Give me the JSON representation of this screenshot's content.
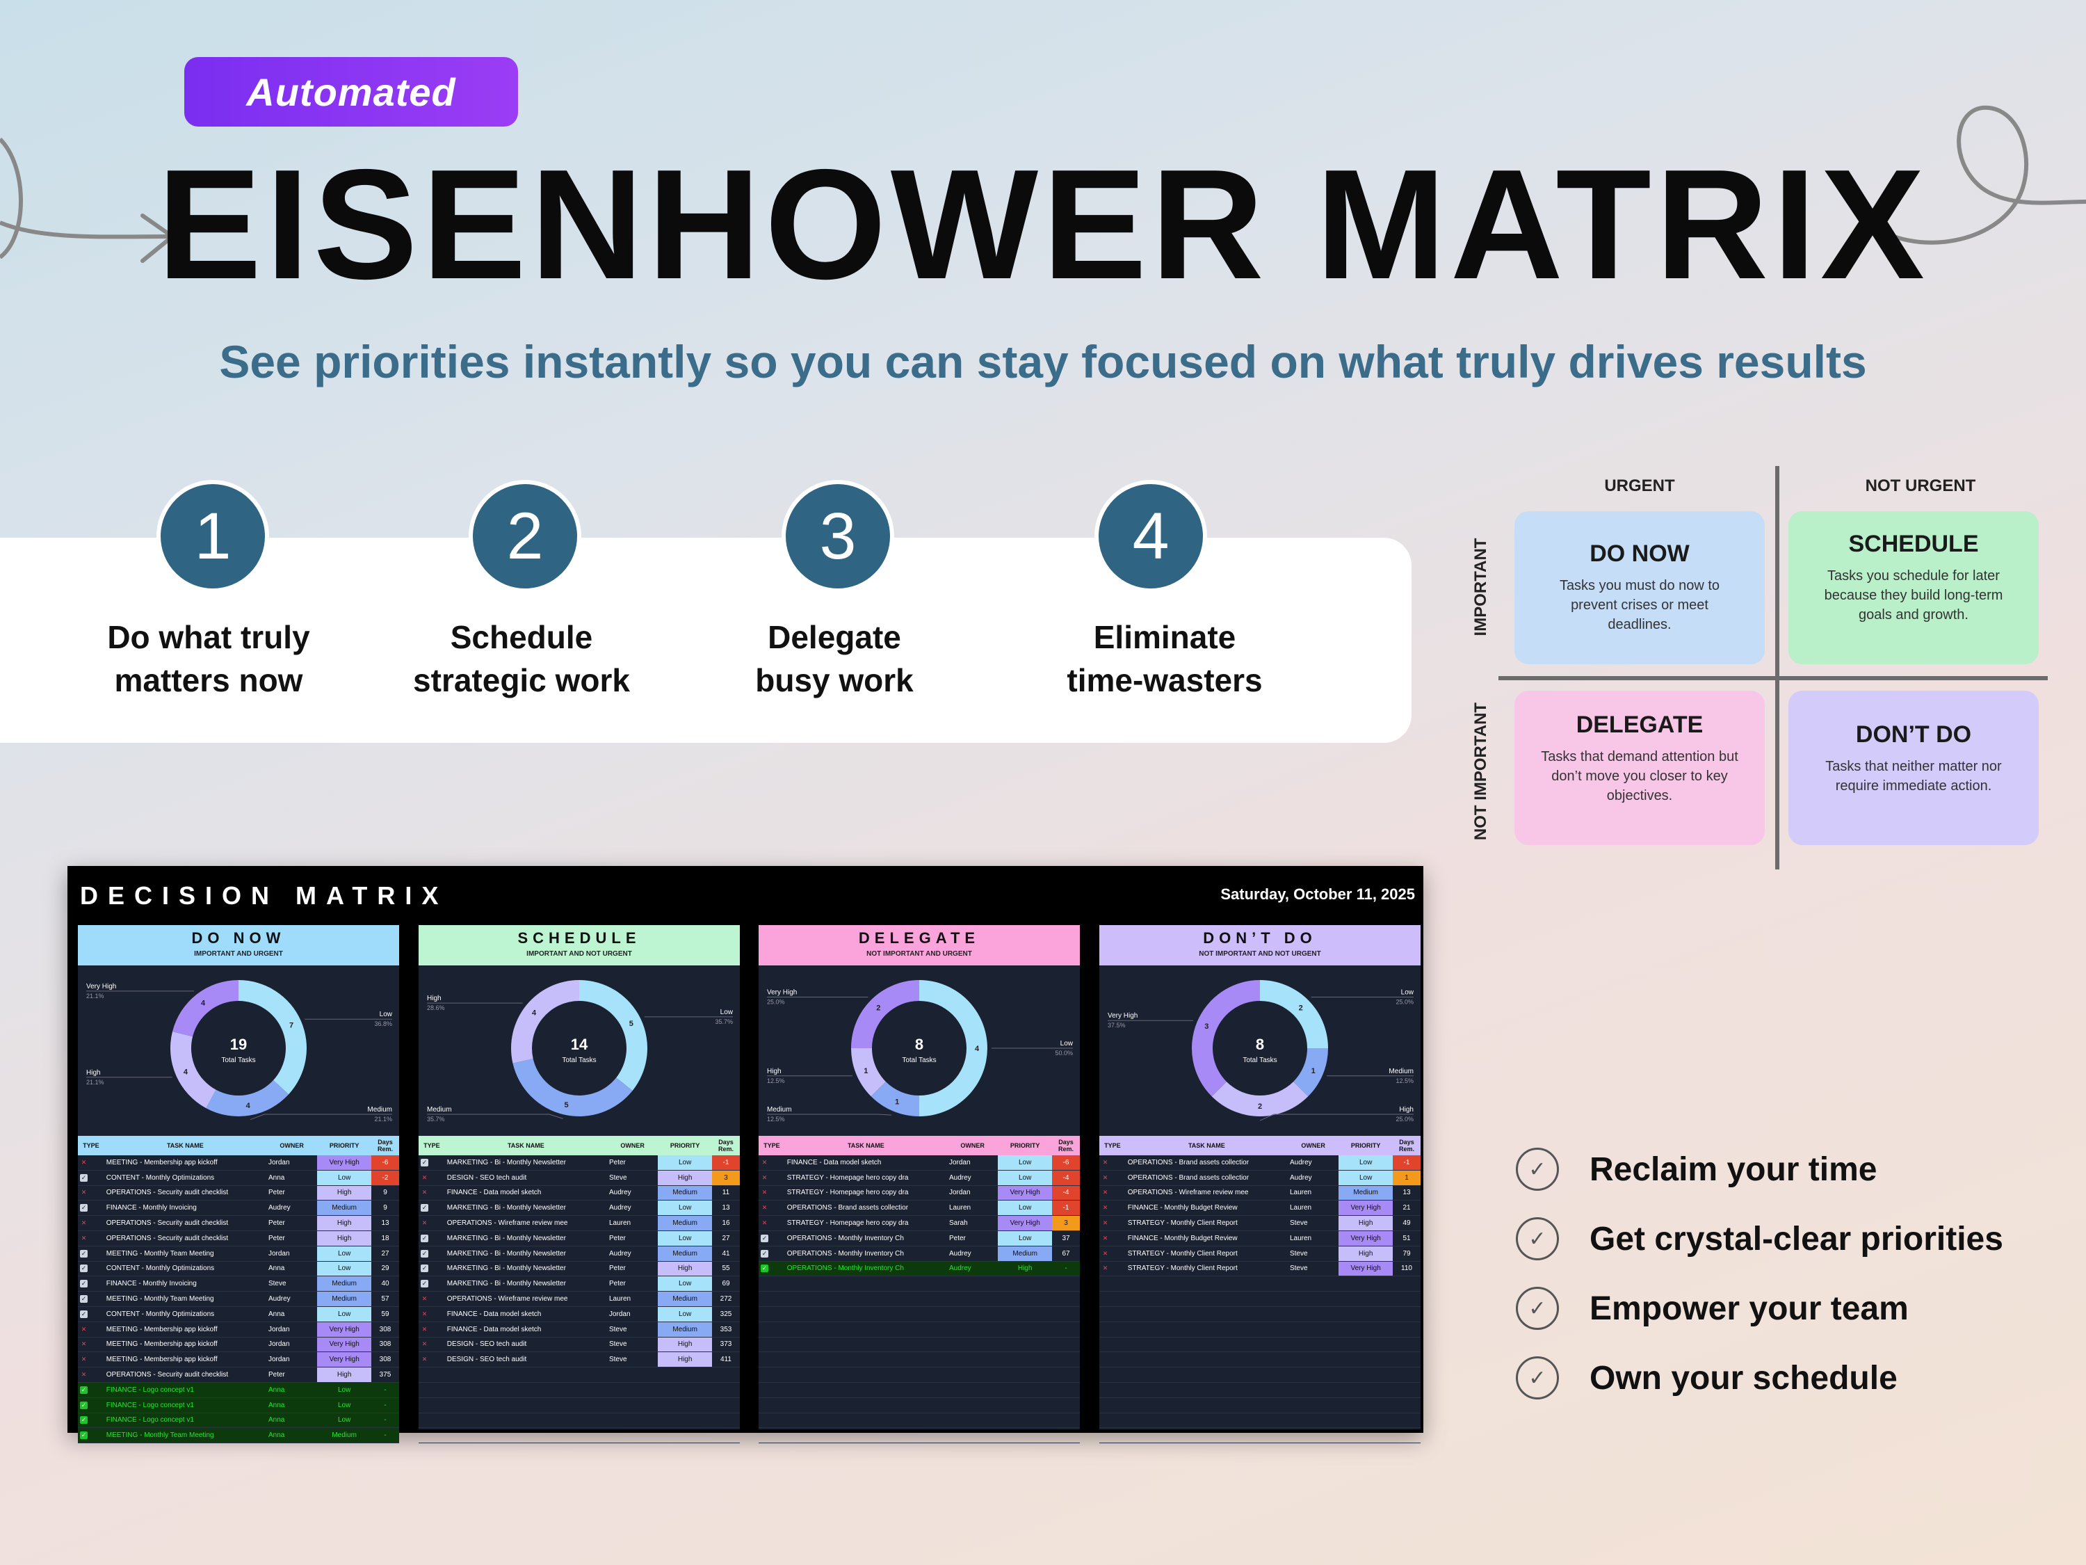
{
  "badge": "Automated",
  "title": "EISENHOWER MATRIX",
  "subtitle": "See priorities instantly so you can stay focused on what truly drives results",
  "steps": [
    {
      "num": "1",
      "line1": "Do what truly",
      "line2": "matters now"
    },
    {
      "num": "2",
      "line1": "Schedule",
      "line2": "strategic work"
    },
    {
      "num": "3",
      "line1": "Delegate",
      "line2": "busy work"
    },
    {
      "num": "4",
      "line1": "Eliminate",
      "line2": "time-wasters"
    }
  ],
  "matrix": {
    "urgent": "URGENT",
    "not_urgent": "NOT URGENT",
    "important": "IMPORTANT",
    "not_important": "NOT IMPORTANT",
    "quadrants": [
      {
        "title": "DO NOW",
        "desc": "Tasks you must do now to prevent crises or meet deadlines."
      },
      {
        "title": "SCHEDULE",
        "desc": "Tasks you schedule for later because they build long-term goals and growth."
      },
      {
        "title": "DELEGATE",
        "desc": "Tasks that demand attention but don’t move you closer to key objectives."
      },
      {
        "title": "DON’T DO",
        "desc": "Tasks that neither matter nor require immediate action."
      }
    ]
  },
  "benefits": [
    "Reclaim your time",
    "Get crystal-clear priorities",
    "Empower your team",
    "Own your schedule"
  ],
  "colors": {
    "do": "#9fdcfb",
    "schedule": "#bdf5d2",
    "delegate": "#fba4dc",
    "dont": "#cdbdfb",
    "low": "#a6e3fb",
    "medium": "#88a9f3",
    "high": "#c6bdfb",
    "veryhigh": "#a78af5"
  },
  "dashboard": {
    "title": "DECISION MATRIX",
    "date": "Saturday, October 11, 2025",
    "columns": {
      "type": "TYPE",
      "task": "TASK NAME",
      "owner": "OWNER",
      "priority": "PRIORITY",
      "days": "Days Rem."
    },
    "total_label": "Total Tasks",
    "panels": [
      {
        "title": "DO NOW",
        "sub": "IMPORTANT AND URGENT",
        "total": "19",
        "slices": [
          {
            "label": "Low",
            "value": 7,
            "pct": "36.8%"
          },
          {
            "label": "Medium",
            "value": 4,
            "pct": "21.1%"
          },
          {
            "label": "High",
            "value": 4,
            "pct": "21.1%"
          },
          {
            "label": "Very High",
            "value": 4,
            "pct": "21.1%"
          }
        ],
        "rows": [
          [
            "x",
            "MEETING - Membership app kickoff",
            "Jordan",
            "Very High",
            "-6"
          ],
          [
            "c",
            "CONTENT - Monthly Optimizations",
            "Anna",
            "Low",
            "-2"
          ],
          [
            "x",
            "OPERATIONS - Security audit checklist",
            "Peter",
            "High",
            "9"
          ],
          [
            "c",
            "FINANCE - Monthly Invoicing",
            "Audrey",
            "Medium",
            "9"
          ],
          [
            "x",
            "OPERATIONS - Security audit checklist",
            "Peter",
            "High",
            "13"
          ],
          [
            "x",
            "OPERATIONS - Security audit checklist",
            "Peter",
            "High",
            "18"
          ],
          [
            "c",
            "MEETING - Monthly Team Meeting",
            "Jordan",
            "Low",
            "27"
          ],
          [
            "c",
            "CONTENT - Monthly Optimizations",
            "Anna",
            "Low",
            "29"
          ],
          [
            "c",
            "FINANCE - Monthly Invoicing",
            "Steve",
            "Medium",
            "40"
          ],
          [
            "c",
            "MEETING - Monthly Team Meeting",
            "Audrey",
            "Medium",
            "57"
          ],
          [
            "c",
            "CONTENT - Monthly Optimizations",
            "Anna",
            "Low",
            "59"
          ],
          [
            "x",
            "MEETING - Membership app kickoff",
            "Jordan",
            "Very High",
            "308"
          ],
          [
            "x",
            "MEETING - Membership app kickoff",
            "Jordan",
            "Very High",
            "308"
          ],
          [
            "x",
            "MEETING - Membership app kickoff",
            "Jordan",
            "Very High",
            "308"
          ],
          [
            "x",
            "OPERATIONS - Security audit checklist",
            "Peter",
            "High",
            "375"
          ],
          [
            "d",
            "FINANCE - Logo concept v1",
            "Anna",
            "Low",
            "-"
          ],
          [
            "d",
            "FINANCE - Logo concept v1",
            "Anna",
            "Low",
            "-"
          ],
          [
            "d",
            "FINANCE - Logo concept v1",
            "Anna",
            "Low",
            "-"
          ],
          [
            "d",
            "MEETING - Monthly Team Meeting",
            "Anna",
            "Medium",
            "-"
          ]
        ]
      },
      {
        "title": "SCHEDULE",
        "sub": "IMPORTANT AND NOT URGENT",
        "total": "14",
        "slices": [
          {
            "label": "Low",
            "value": 5,
            "pct": "35.7%"
          },
          {
            "label": "Medium",
            "value": 5,
            "pct": "35.7%"
          },
          {
            "label": "High",
            "value": 4,
            "pct": "28.6%"
          }
        ],
        "rows": [
          [
            "c",
            "MARKETING - Bi - Monthly Newsletter",
            "Peter",
            "Low",
            "-1"
          ],
          [
            "x",
            "DESIGN - SEO tech audit",
            "Steve",
            "High",
            "3"
          ],
          [
            "x",
            "FINANCE - Data model sketch",
            "Audrey",
            "Medium",
            "11"
          ],
          [
            "c",
            "MARKETING - Bi - Monthly Newsletter",
            "Audrey",
            "Low",
            "13"
          ],
          [
            "x",
            "OPERATIONS - Wireframe review mee",
            "Lauren",
            "Medium",
            "16"
          ],
          [
            "c",
            "MARKETING - Bi - Monthly Newsletter",
            "Peter",
            "Low",
            "27"
          ],
          [
            "c",
            "MARKETING - Bi - Monthly Newsletter",
            "Audrey",
            "Medium",
            "41"
          ],
          [
            "c",
            "MARKETING - Bi - Monthly Newsletter",
            "Peter",
            "High",
            "55"
          ],
          [
            "c",
            "MARKETING - Bi - Monthly Newsletter",
            "Peter",
            "Low",
            "69"
          ],
          [
            "x",
            "OPERATIONS - Wireframe review mee",
            "Lauren",
            "Medium",
            "272"
          ],
          [
            "x",
            "FINANCE - Data model sketch",
            "Jordan",
            "Low",
            "325"
          ],
          [
            "x",
            "FINANCE - Data model sketch",
            "Steve",
            "Medium",
            "353"
          ],
          [
            "x",
            "DESIGN - SEO tech audit",
            "Steve",
            "High",
            "373"
          ],
          [
            "x",
            "DESIGN - SEO tech audit",
            "Steve",
            "High",
            "411"
          ]
        ]
      },
      {
        "title": "DELEGATE",
        "sub": "NOT IMPORTANT AND URGENT",
        "total": "8",
        "slices": [
          {
            "label": "Low",
            "value": 4,
            "pct": "50.0%"
          },
          {
            "label": "Medium",
            "value": 1,
            "pct": "12.5%"
          },
          {
            "label": "High",
            "value": 1,
            "pct": "12.5%"
          },
          {
            "label": "Very High",
            "value": 2,
            "pct": "25.0%"
          }
        ],
        "rows": [
          [
            "x",
            "FINANCE - Data model sketch",
            "Jordan",
            "Low",
            "-6"
          ],
          [
            "x",
            "STRATEGY - Homepage hero copy dra",
            "Audrey",
            "Low",
            "-4"
          ],
          [
            "x",
            "STRATEGY - Homepage hero copy dra",
            "Jordan",
            "Very High",
            "-4"
          ],
          [
            "x",
            "OPERATIONS - Brand assets collectior",
            "Lauren",
            "Low",
            "-1"
          ],
          [
            "x",
            "STRATEGY - Homepage hero copy dra",
            "Sarah",
            "Very High",
            "3"
          ],
          [
            "c",
            "OPERATIONS - Monthly Inventory Ch",
            "Peter",
            "Low",
            "37"
          ],
          [
            "c",
            "OPERATIONS - Monthly Inventory Ch",
            "Audrey",
            "Medium",
            "67"
          ],
          [
            "d",
            "OPERATIONS - Monthly Inventory Ch",
            "Audrey",
            "High",
            "-"
          ]
        ]
      },
      {
        "title": "DON’T DO",
        "sub": "NOT IMPORTANT AND NOT URGENT",
        "total": "8",
        "slices": [
          {
            "label": "Low",
            "value": 2,
            "pct": "25.0%"
          },
          {
            "label": "Medium",
            "value": 1,
            "pct": "12.5%"
          },
          {
            "label": "High",
            "value": 2,
            "pct": "25.0%"
          },
          {
            "label": "Very High",
            "value": 3,
            "pct": "37.5%"
          }
        ],
        "rows": [
          [
            "x",
            "OPERATIONS - Brand assets collectior",
            "Audrey",
            "Low",
            "-1"
          ],
          [
            "x",
            "OPERATIONS - Brand assets collectior",
            "Audrey",
            "Low",
            "1"
          ],
          [
            "x",
            "OPERATIONS - Wireframe review mee",
            "Lauren",
            "Medium",
            "13"
          ],
          [
            "x",
            "FINANCE - Monthly Budget Review",
            "Lauren",
            "Very High",
            "21"
          ],
          [
            "x",
            "STRATEGY - Monthly Client Report",
            "Steve",
            "High",
            "49"
          ],
          [
            "x",
            "FINANCE - Monthly Budget Review",
            "Lauren",
            "Very High",
            "51"
          ],
          [
            "x",
            "STRATEGY - Monthly Client Report",
            "Steve",
            "High",
            "79"
          ],
          [
            "x",
            "STRATEGY - Monthly Client Report",
            "Steve",
            "Very High",
            "110"
          ]
        ]
      }
    ]
  }
}
